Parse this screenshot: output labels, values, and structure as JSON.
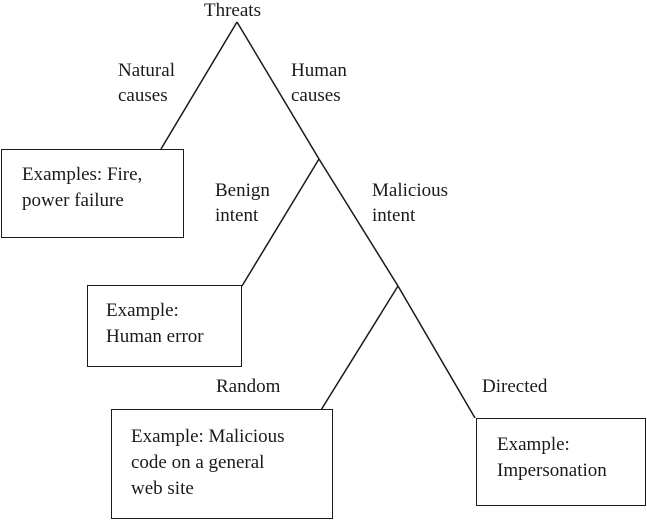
{
  "root": {
    "label": "Threats"
  },
  "branches": {
    "natural_causes": [
      "Natural",
      "causes"
    ],
    "human_causes": [
      "Human",
      "causes"
    ],
    "benign_intent": [
      "Benign",
      "intent"
    ],
    "malicious_intent": [
      "Malicious",
      "intent"
    ],
    "random": [
      "Random"
    ],
    "directed": [
      "Directed"
    ]
  },
  "boxes": {
    "natural_example": [
      "Examples: Fire,",
      "power failure"
    ],
    "benign_example": [
      "Example:",
      "Human error"
    ],
    "random_example": [
      "Example: Malicious",
      "code on a general",
      "web site"
    ],
    "directed_example": [
      "Example:",
      "Impersonation"
    ]
  }
}
